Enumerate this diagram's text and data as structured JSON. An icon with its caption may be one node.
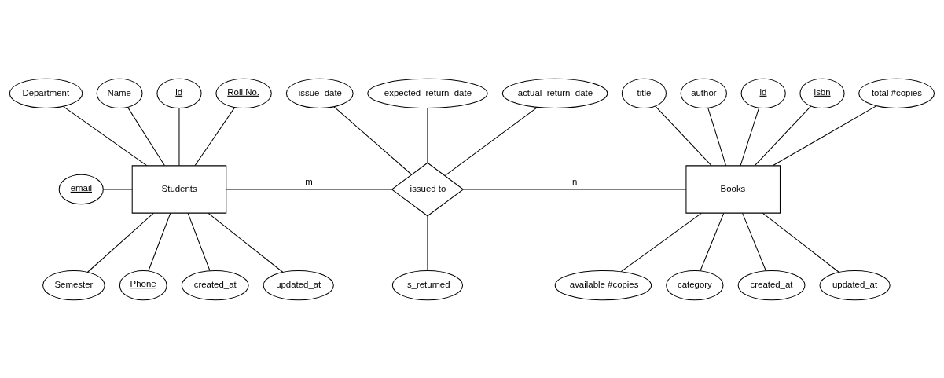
{
  "diagram": {
    "nodes": [
      {
        "text": [
          "Department"
        ]
      },
      {
        "text": [
          "Name"
        ]
      },
      {
        "text": [
          "id"
        ]
      },
      {
        "text": [
          "Roll No."
        ]
      },
      {
        "text": [
          "email"
        ]
      },
      {
        "text": [
          "Students"
        ]
      },
      {
        "text": [
          "Semester"
        ]
      },
      {
        "text": [
          "Phone"
        ]
      },
      {
        "text": [
          "created_at"
        ]
      },
      {
        "text": [
          "updated_at"
        ]
      },
      {
        "text": [
          "issue_date"
        ]
      },
      {
        "text": [
          "expected_return_date"
        ]
      },
      {
        "text": [
          "actual_return_date"
        ]
      },
      {
        "text": [
          "issued to"
        ]
      },
      {
        "text": [
          "is_returned"
        ]
      },
      {
        "text": [
          "title"
        ]
      },
      {
        "text": [
          "author"
        ]
      },
      {
        "text": [
          "id"
        ]
      },
      {
        "text": [
          "isbn"
        ]
      },
      {
        "text": [
          "total #copies"
        ]
      },
      {
        "text": [
          "available #copies"
        ]
      },
      {
        "text": [
          "Books"
        ]
      },
      {
        "text": [
          "category"
        ]
      },
      {
        "text": [
          "created_at"
        ]
      },
      {
        "text": [
          "updated_at"
        ]
      }
    ],
    "edges": [
      {
        "from": 0,
        "to": 5,
        "arrow": "none"
      },
      {
        "from": 1,
        "to": 5,
        "arrow": "none"
      },
      {
        "from": 2,
        "to": 5,
        "arrow": "none"
      },
      {
        "from": 3,
        "to": 5,
        "arrow": "none"
      },
      {
        "from": 4,
        "to": 5,
        "arrow": "none"
      },
      {
        "from": 6,
        "to": 5,
        "arrow": "none"
      },
      {
        "from": 7,
        "to": 5,
        "arrow": "none"
      },
      {
        "from": 8,
        "to": 5,
        "arrow": "none"
      },
      {
        "from": 9,
        "to": 5,
        "arrow": "none"
      },
      {
        "from": 5,
        "to": 13,
        "arrow": "none",
        "label": "m"
      },
      {
        "from": 10,
        "to": 13,
        "arrow": "none"
      },
      {
        "from": 11,
        "to": 13,
        "arrow": "none"
      },
      {
        "from": 12,
        "to": 13,
        "arrow": "none"
      },
      {
        "from": 14,
        "to": 13,
        "arrow": "none"
      },
      {
        "from": 13,
        "to": 21,
        "arrow": "none",
        "label": "n"
      },
      {
        "from": 15,
        "to": 21,
        "arrow": "none"
      },
      {
        "from": 16,
        "to": 21,
        "arrow": "none"
      },
      {
        "from": 17,
        "to": 21,
        "arrow": "none"
      },
      {
        "from": 18,
        "to": 21,
        "arrow": "none"
      },
      {
        "from": 19,
        "to": 21,
        "arrow": "none"
      },
      {
        "from": 20,
        "to": 21,
        "arrow": "none"
      },
      {
        "from": 22,
        "to": 21,
        "arrow": "none"
      },
      {
        "from": 23,
        "to": 21,
        "arrow": "none"
      },
      {
        "from": 24,
        "to": 21,
        "arrow": "none"
      }
    ]
  }
}
